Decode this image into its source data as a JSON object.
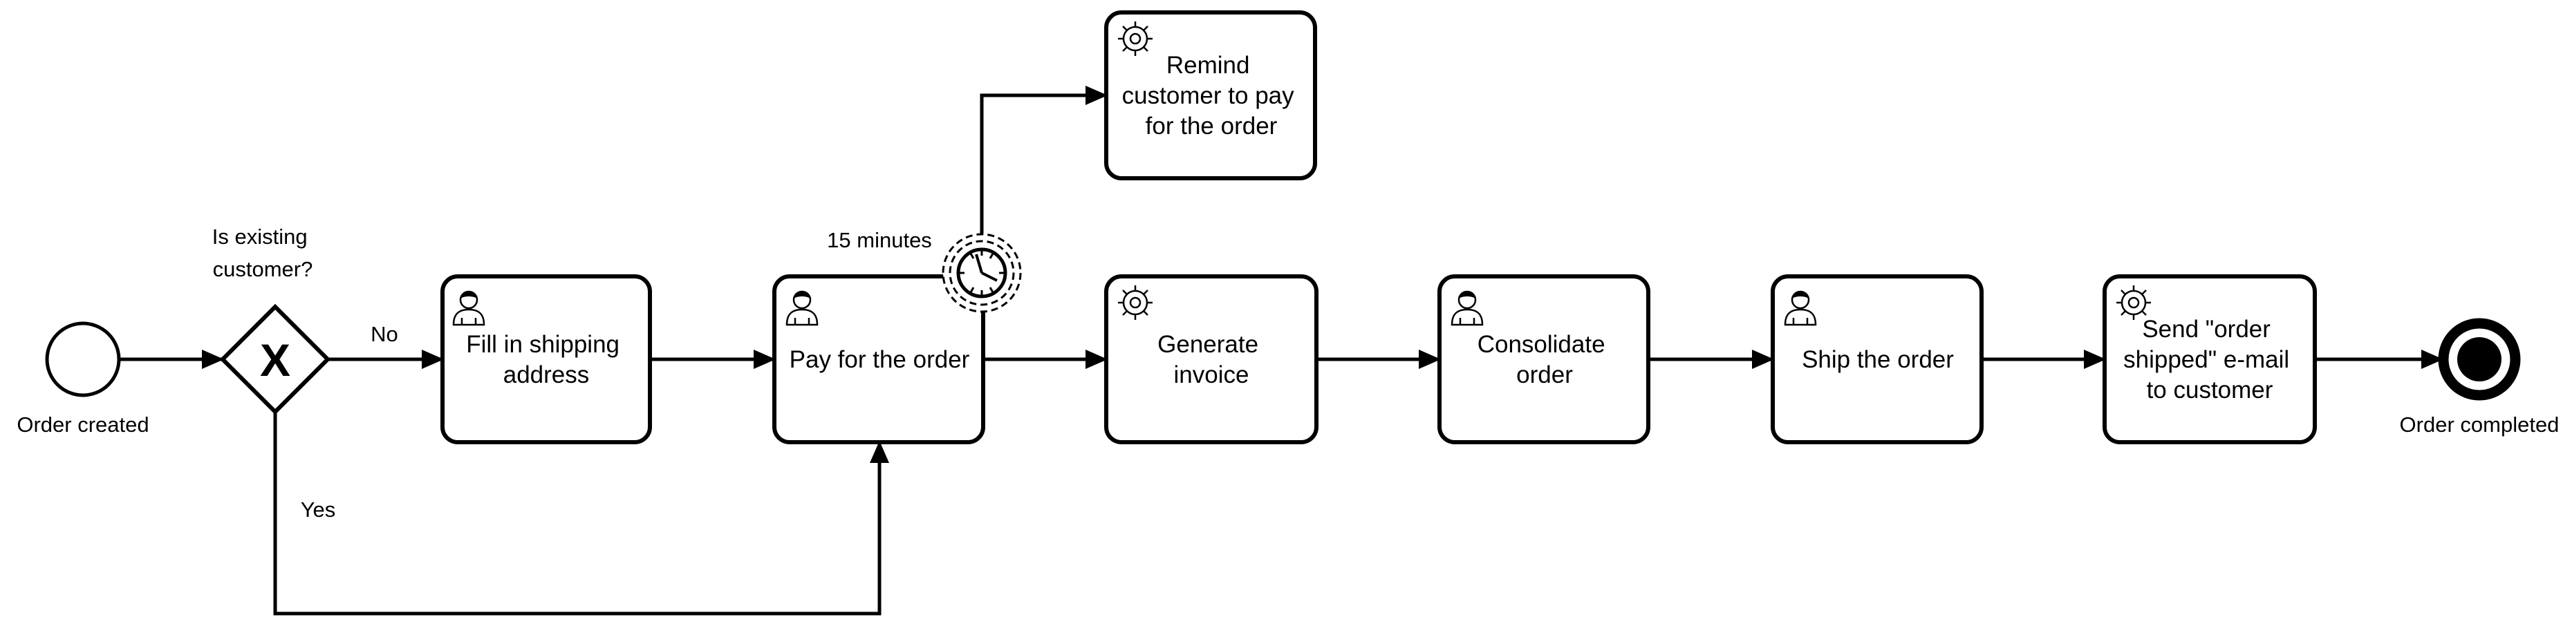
{
  "diagram": {
    "events": {
      "start": {
        "label": "Order created"
      },
      "end": {
        "label": "Order completed"
      },
      "timer": {
        "label": "15 minutes"
      }
    },
    "gateway": {
      "label_line1": "Is existing",
      "label_line2": "customer?",
      "marker": "X"
    },
    "flows": {
      "no_label": "No",
      "yes_label": "Yes"
    },
    "tasks": {
      "fill_shipping": {
        "type": "user",
        "icon": "user-icon",
        "lines": [
          "Fill in shipping",
          "address"
        ]
      },
      "pay_order": {
        "type": "user",
        "icon": "user-icon",
        "lines": [
          "Pay for the order"
        ]
      },
      "remind": {
        "type": "service",
        "icon": "gear-icon",
        "lines": [
          "Remind",
          "customer to pay",
          "for the order"
        ]
      },
      "generate_invoice": {
        "type": "service",
        "icon": "gear-icon",
        "lines": [
          "Generate",
          "invoice"
        ]
      },
      "consolidate": {
        "type": "user",
        "icon": "user-icon",
        "lines": [
          "Consolidate",
          "order"
        ]
      },
      "ship": {
        "type": "user",
        "icon": "user-icon",
        "lines": [
          "Ship the order"
        ]
      },
      "send_email": {
        "type": "service",
        "icon": "gear-icon",
        "lines": [
          "Send \"order",
          "shipped\" e-mail",
          "to customer"
        ]
      }
    }
  }
}
